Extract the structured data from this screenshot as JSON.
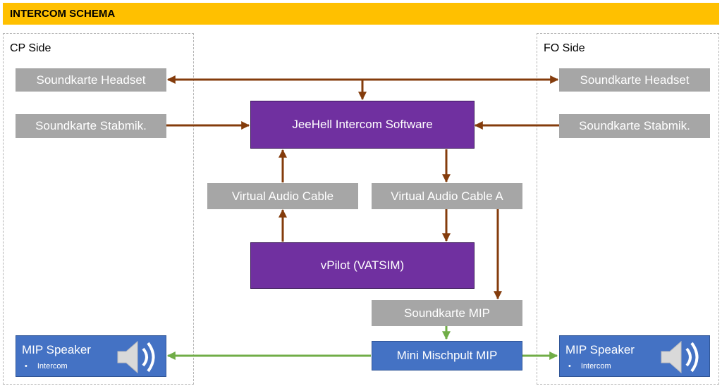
{
  "header": {
    "title": "INTERCOM SCHEMA"
  },
  "sides": {
    "cp": {
      "label": "CP Side",
      "headset": "Soundkarte Headset",
      "stabmik": "Soundkarte Stabmik.",
      "speaker": {
        "title": "MIP Speaker",
        "item": "Intercom"
      }
    },
    "fo": {
      "label": "FO Side",
      "headset": "Soundkarte Headset",
      "stabmik": "Soundkarte Stabmik.",
      "speaker": {
        "title": "MIP Speaker",
        "item": "Intercom"
      }
    }
  },
  "center": {
    "intercom": "JeeHell Intercom Software",
    "vac": "Virtual Audio Cable",
    "vac_a": "Virtual Audio Cable A",
    "vpilot": "vPilot (VATSIM)",
    "mip_card": "Soundkarte MIP",
    "mischpult": "Mini Mischpult MIP"
  },
  "colors": {
    "header": "#FFC000",
    "gray_box": "#A6A6A6",
    "purple_box": "#7030A0",
    "blue_box": "#4472C4",
    "brown_arrow": "#843C0C",
    "green_arrow": "#70AD47"
  },
  "icons": {
    "speaker": "speaker-icon"
  }
}
